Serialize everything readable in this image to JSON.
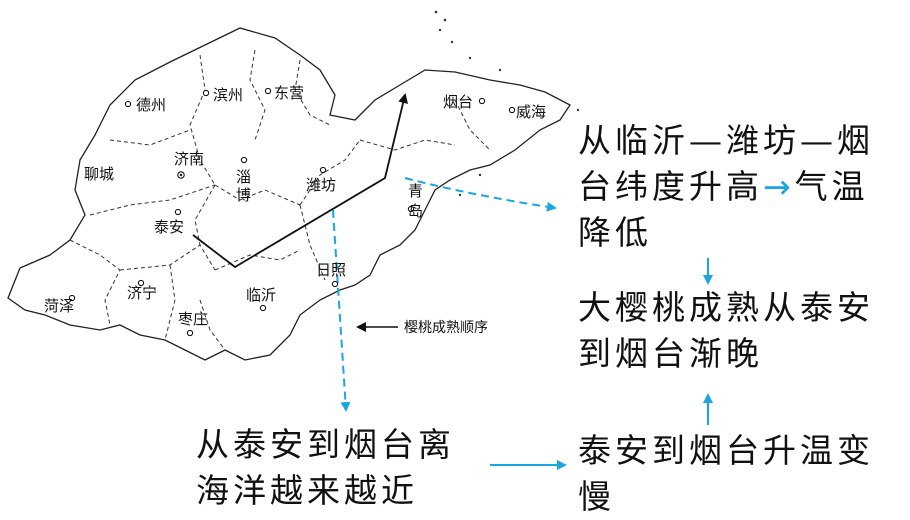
{
  "map": {
    "cities": [
      {
        "id": "dezhou",
        "name": "德州"
      },
      {
        "id": "binzhou",
        "name": "滨州"
      },
      {
        "id": "dongying",
        "name": "东营"
      },
      {
        "id": "yantai",
        "name": "烟台"
      },
      {
        "id": "weihai",
        "name": "威海"
      },
      {
        "id": "liaocheng",
        "name": "聊城"
      },
      {
        "id": "jinan",
        "name": "济南"
      },
      {
        "id": "zibo",
        "name": "淄博"
      },
      {
        "id": "weifang",
        "name": "潍坊"
      },
      {
        "id": "qingdao",
        "name": "青岛"
      },
      {
        "id": "taian",
        "name": "泰安"
      },
      {
        "id": "rizhao",
        "name": "日照"
      },
      {
        "id": "heze",
        "name": "菏泽"
      },
      {
        "id": "jining",
        "name": "济宁"
      },
      {
        "id": "linyi",
        "name": "临沂"
      },
      {
        "id": "zaozhuang",
        "name": "枣庄"
      }
    ],
    "legend": "樱桃成熟顺序"
  },
  "notes": {
    "top_right": {
      "line1": "从临沂—潍坊—烟",
      "line2_a": "台纬度升高",
      "line2_arrow": "→",
      "line2_b": "气温",
      "line3": "降低"
    },
    "middle_right": {
      "line1": "大樱桃成熟从泰安",
      "line2": "到烟台渐晚"
    },
    "bottom_right": {
      "line1": "泰安到烟台升温变",
      "line2": "慢"
    },
    "bottom_left": {
      "line1": "从泰安到烟台离",
      "line2": "海洋越来越近"
    }
  },
  "colors": {
    "accent": "#1aa6e0",
    "ink": "#111111"
  }
}
